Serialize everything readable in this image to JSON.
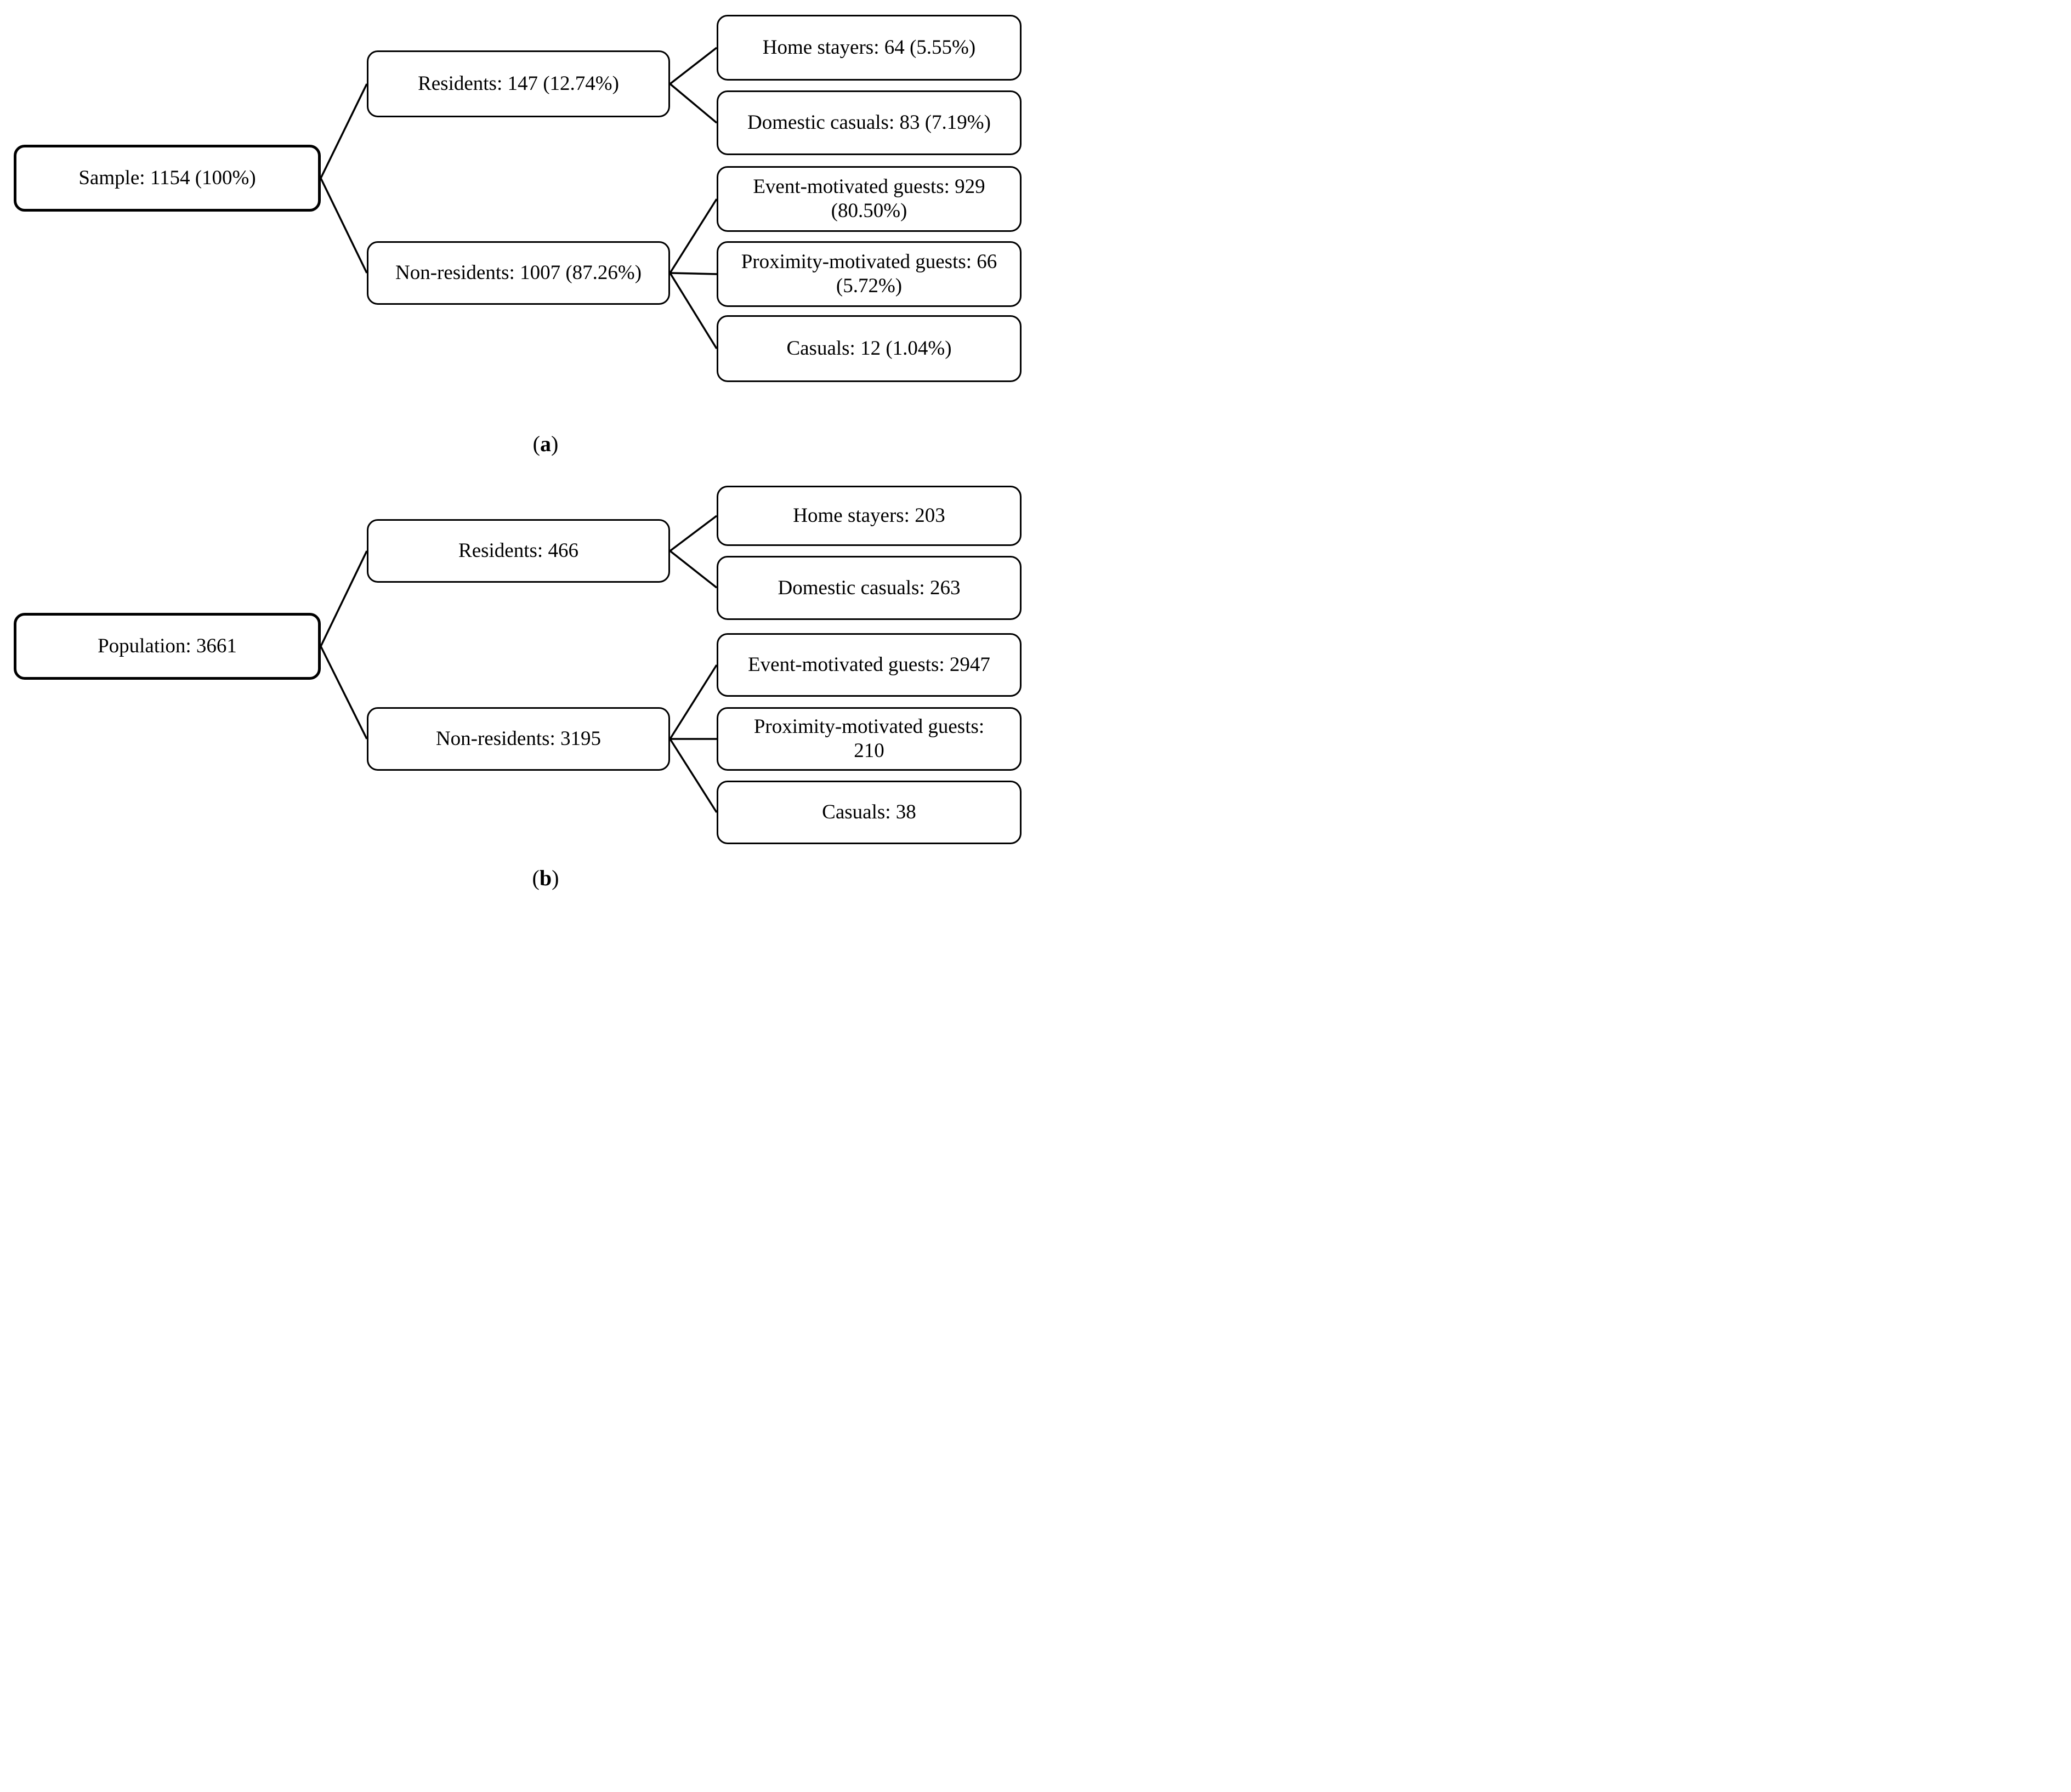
{
  "figure": {
    "colors": {
      "background": "#ffffff",
      "box_fill": "#ffffff",
      "box_border": "#000000",
      "text": "#000000"
    },
    "panels": [
      {
        "id": "a",
        "caption": {
          "open": "(",
          "letter": "a",
          "close": ")"
        },
        "nodes": {
          "root": {
            "lines": [
              "Sample: 1154 (100%)"
            ]
          },
          "residents": {
            "lines": [
              "Residents: 147 (12.74%)"
            ]
          },
          "non_residents": {
            "lines": [
              "Non-residents: 1007 (87.26%)"
            ]
          },
          "home_stayers": {
            "lines": [
              "Home stayers: 64 (5.55%)"
            ]
          },
          "domestic_casuals": {
            "lines": [
              "Domestic casuals: 83 (7.19%)"
            ]
          },
          "event_motivated_guests": {
            "lines": [
              "Event-motivated guests: 929",
              "(80.50%)"
            ]
          },
          "proximity_motivated_guests": {
            "lines": [
              "Proximity-motivated guests: 66",
              "(5.72%)"
            ]
          },
          "casuals": {
            "lines": [
              "Casuals: 12 (1.04%)"
            ]
          }
        }
      },
      {
        "id": "b",
        "caption": {
          "open": "(",
          "letter": "b",
          "close": ")"
        },
        "nodes": {
          "root": {
            "lines": [
              "Population: 3661"
            ]
          },
          "residents": {
            "lines": [
              "Residents: 466"
            ]
          },
          "non_residents": {
            "lines": [
              "Non-residents: 3195"
            ]
          },
          "home_stayers": {
            "lines": [
              "Home stayers: 203"
            ]
          },
          "domestic_casuals": {
            "lines": [
              "Domestic casuals: 263"
            ]
          },
          "event_motivated_guests": {
            "lines": [
              "Event-motivated guests: 2947"
            ]
          },
          "proximity_motivated_guests": {
            "lines": [
              "Proximity-motivated guests:",
              "210"
            ]
          },
          "casuals": {
            "lines": [
              "Casuals: 38"
            ]
          }
        }
      }
    ]
  }
}
